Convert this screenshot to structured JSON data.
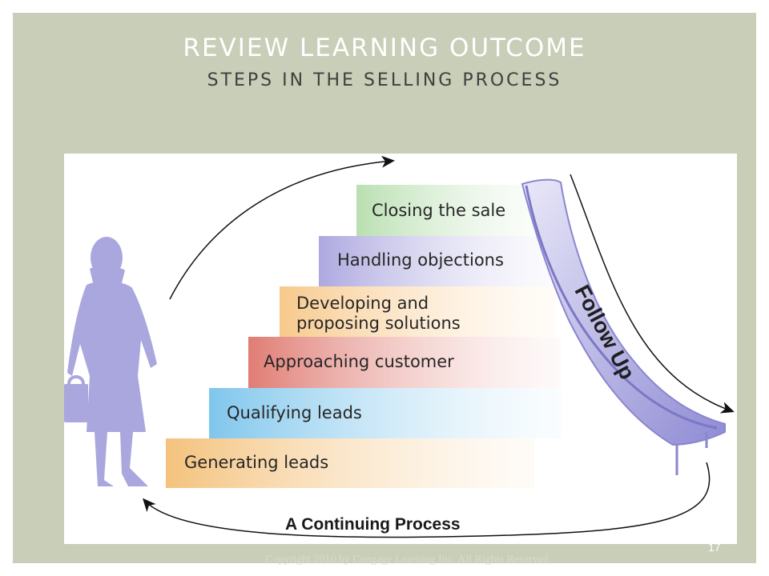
{
  "slide": {
    "title": "REVIEW LEARNING OUTCOME",
    "subtitle": "STEPS IN THE SELLING PROCESS",
    "page_number": "17",
    "copyright": "Copyright 2010 by Cengage Learning Inc. All Rights Reserved"
  },
  "diagram": {
    "steps": [
      {
        "label": "Generating leads",
        "color": "#f4c98b"
      },
      {
        "label": "Qualifying leads",
        "color": "#8fcdee"
      },
      {
        "label": "Approaching customer",
        "color": "#e48f86"
      },
      {
        "label": "Developing and",
        "label2": "proposing solutions",
        "color": "#f8cf97"
      },
      {
        "label": "Handling objections",
        "color": "#b7b3e3"
      },
      {
        "label": "Closing the sale",
        "color": "#bfe0b8"
      }
    ],
    "follow_up": "Follow Up",
    "continuing_process": "A Continuing Process",
    "colors": {
      "silhouette": "#a9a7dd",
      "slide_bg": "#c8ceb7"
    }
  }
}
